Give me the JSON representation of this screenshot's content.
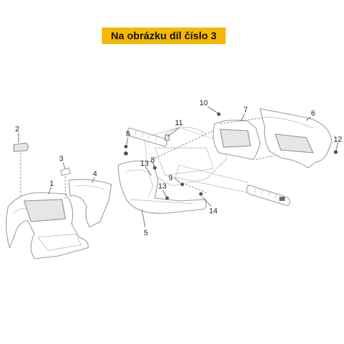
{
  "banner": {
    "text": "Na obrázku díl číslo 3",
    "color": "#f5b800"
  },
  "callouts": [
    "1",
    "2",
    "3",
    "4",
    "5",
    "6",
    "7",
    "8",
    "8",
    "9",
    "10",
    "11",
    "12",
    "13",
    "13",
    "14"
  ]
}
